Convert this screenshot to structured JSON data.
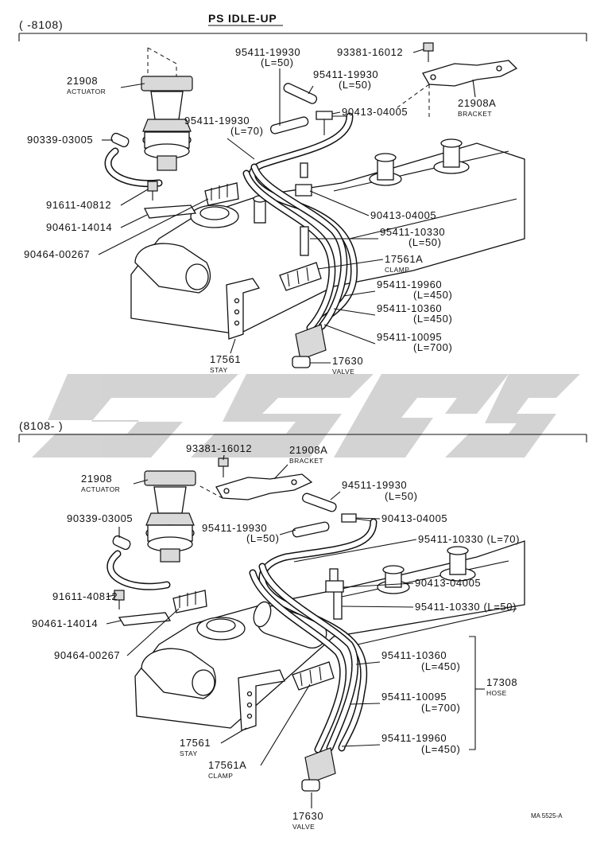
{
  "header": {
    "top_range": "(       -8108)",
    "title": "PS IDLE-UP",
    "bottom_range": "(8108-         )"
  },
  "top_section": {
    "labels": [
      {
        "id": "t-21908",
        "code": "21908",
        "desc": "ACTUATOR"
      },
      {
        "id": "t-95411-19930-a",
        "code": "95411-19930",
        "desc": "(L=50)"
      },
      {
        "id": "t-93381-16012",
        "code": "93381-16012",
        "desc": ""
      },
      {
        "id": "t-95411-19930-b",
        "code": "95411-19930",
        "desc": "(L=50)"
      },
      {
        "id": "t-90413-04005-a",
        "code": "90413-04005",
        "desc": ""
      },
      {
        "id": "t-21908a",
        "code": "21908A",
        "desc": "BRACKET"
      },
      {
        "id": "t-95411-19930-c",
        "code": "95411-19930",
        "desc": "(L=70)"
      },
      {
        "id": "t-90339-03005",
        "code": "90339-03005",
        "desc": ""
      },
      {
        "id": "t-91611-40812",
        "code": "91611-40812",
        "desc": ""
      },
      {
        "id": "t-90461-14014",
        "code": "90461-14014",
        "desc": ""
      },
      {
        "id": "t-90413-04005-b",
        "code": "90413-04005",
        "desc": ""
      },
      {
        "id": "t-95411-10330",
        "code": "95411-10330",
        "desc": "(L=50)"
      },
      {
        "id": "t-90464-00267",
        "code": "90464-00267",
        "desc": ""
      },
      {
        "id": "t-17561a",
        "code": "17561A",
        "desc": "CLAMP"
      },
      {
        "id": "t-95411-19960",
        "code": "95411-19960",
        "desc": "(L=450)"
      },
      {
        "id": "t-95411-10360",
        "code": "95411-10360",
        "desc": "(L=450)"
      },
      {
        "id": "t-95411-10095",
        "code": "95411-10095",
        "desc": "(L=700)"
      },
      {
        "id": "t-17561",
        "code": "17561",
        "desc": "STAY"
      },
      {
        "id": "t-17630",
        "code": "17630",
        "desc": "VALVE"
      }
    ]
  },
  "bottom_section": {
    "labels": [
      {
        "id": "b-93381-16012",
        "code": "93381-16012",
        "desc": ""
      },
      {
        "id": "b-21908a",
        "code": "21908A",
        "desc": "BRACKET"
      },
      {
        "id": "b-21908",
        "code": "21908",
        "desc": "ACTUATOR"
      },
      {
        "id": "b-94511-19930",
        "code": "94511-19930",
        "desc": "(L=50)"
      },
      {
        "id": "b-90339-03005",
        "code": "90339-03005",
        "desc": ""
      },
      {
        "id": "b-90413-04005-a",
        "code": "90413-04005",
        "desc": ""
      },
      {
        "id": "b-95411-19930",
        "code": "95411-19930",
        "desc": "(L=50)"
      },
      {
        "id": "b-95411-10330-a",
        "code": "95411-10330 (L=70)",
        "desc": ""
      },
      {
        "id": "b-90413-04005-b",
        "code": "90413-04005",
        "desc": ""
      },
      {
        "id": "b-91611-40812",
        "code": "91611-40812",
        "desc": ""
      },
      {
        "id": "b-95411-10330-b",
        "code": "95411-10330 (L=50)",
        "desc": ""
      },
      {
        "id": "b-90461-14014",
        "code": "90461-14014",
        "desc": ""
      },
      {
        "id": "b-90464-00267",
        "code": "90464-00267",
        "desc": ""
      },
      {
        "id": "b-95411-10360",
        "code": "95411-10360",
        "desc": "(L=450)"
      },
      {
        "id": "b-17308",
        "code": "17308",
        "desc": "HOSE"
      },
      {
        "id": "b-95411-10095",
        "code": "95411-10095",
        "desc": "(L=700)"
      },
      {
        "id": "b-17561",
        "code": "17561",
        "desc": "STAY"
      },
      {
        "id": "b-95411-19960",
        "code": "95411-19960",
        "desc": "(L=450)"
      },
      {
        "id": "b-17561a",
        "code": "17561A",
        "desc": "CLAMP"
      },
      {
        "id": "b-17630",
        "code": "17630",
        "desc": "VALVE"
      }
    ]
  },
  "footer": {
    "reference": "MA 5525-A"
  },
  "watermark": {
    "color": "#cfcfcf"
  }
}
